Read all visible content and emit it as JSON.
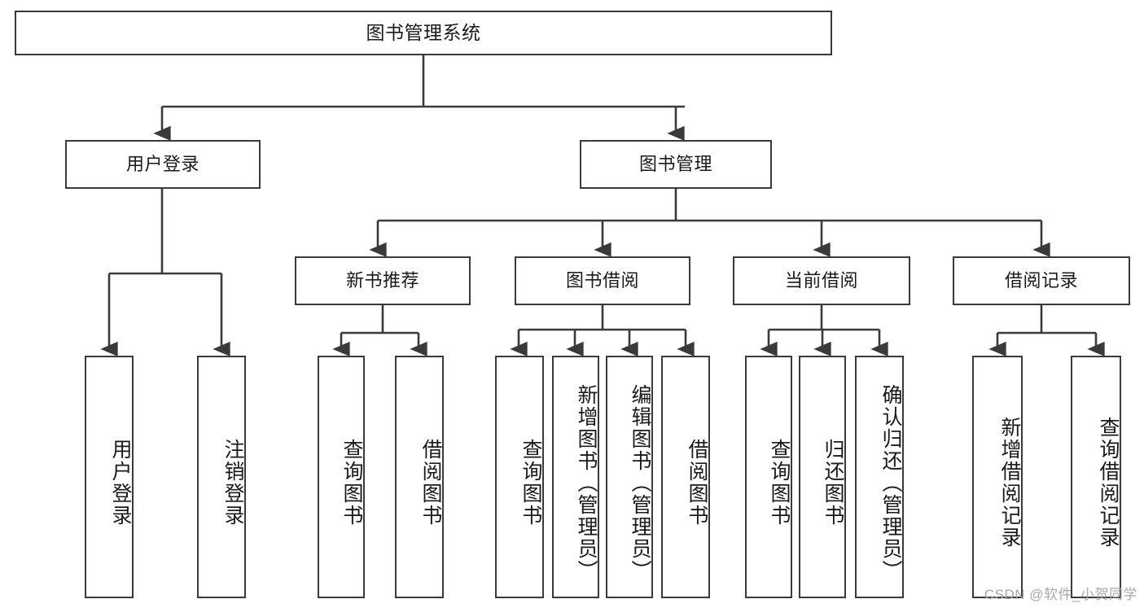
{
  "diagram": {
    "type": "tree-hierarchy",
    "root": {
      "label": "图书管理系统",
      "orientation": "horizontal"
    },
    "level2": [
      {
        "label": "用户登录",
        "orientation": "horizontal"
      },
      {
        "label": "图书管理",
        "orientation": "horizontal"
      }
    ],
    "level3": [
      {
        "label": "新书推荐",
        "orientation": "horizontal"
      },
      {
        "label": "图书借阅",
        "orientation": "horizontal"
      },
      {
        "label": "当前借阅",
        "orientation": "horizontal"
      },
      {
        "label": "借阅记录",
        "orientation": "horizontal"
      }
    ],
    "leaves_user_login": [
      {
        "label": "用户登录",
        "orientation": "vertical"
      },
      {
        "label": "注销登录",
        "orientation": "vertical"
      }
    ],
    "leaves_new_book": [
      {
        "label": "查询图书",
        "orientation": "vertical"
      },
      {
        "label": "借阅图书",
        "orientation": "vertical"
      }
    ],
    "leaves_borrow": [
      {
        "label": "查询图书",
        "orientation": "vertical"
      },
      {
        "label": "新增图书（管理员）",
        "orientation": "vertical"
      },
      {
        "label": "编辑图书（管理员）",
        "orientation": "vertical"
      },
      {
        "label": "借阅图书",
        "orientation": "vertical"
      }
    ],
    "leaves_current": [
      {
        "label": "查询图书",
        "orientation": "vertical"
      },
      {
        "label": "归还图书",
        "orientation": "vertical"
      },
      {
        "label": "确认归还（管理员）",
        "orientation": "vertical"
      }
    ],
    "leaves_records": [
      {
        "label": "新增借阅记录",
        "orientation": "vertical"
      },
      {
        "label": "查询借阅记录",
        "orientation": "vertical"
      }
    ]
  },
  "colors": {
    "box_border": "#3a3a3a",
    "box_fill": "#ffffff",
    "edge": "#3a3a3a",
    "text": "#1a1a1a",
    "watermark": "#a8a8a8",
    "background": "#ffffff"
  },
  "watermark": {
    "text": "CSDN @软件_小贺同学"
  }
}
